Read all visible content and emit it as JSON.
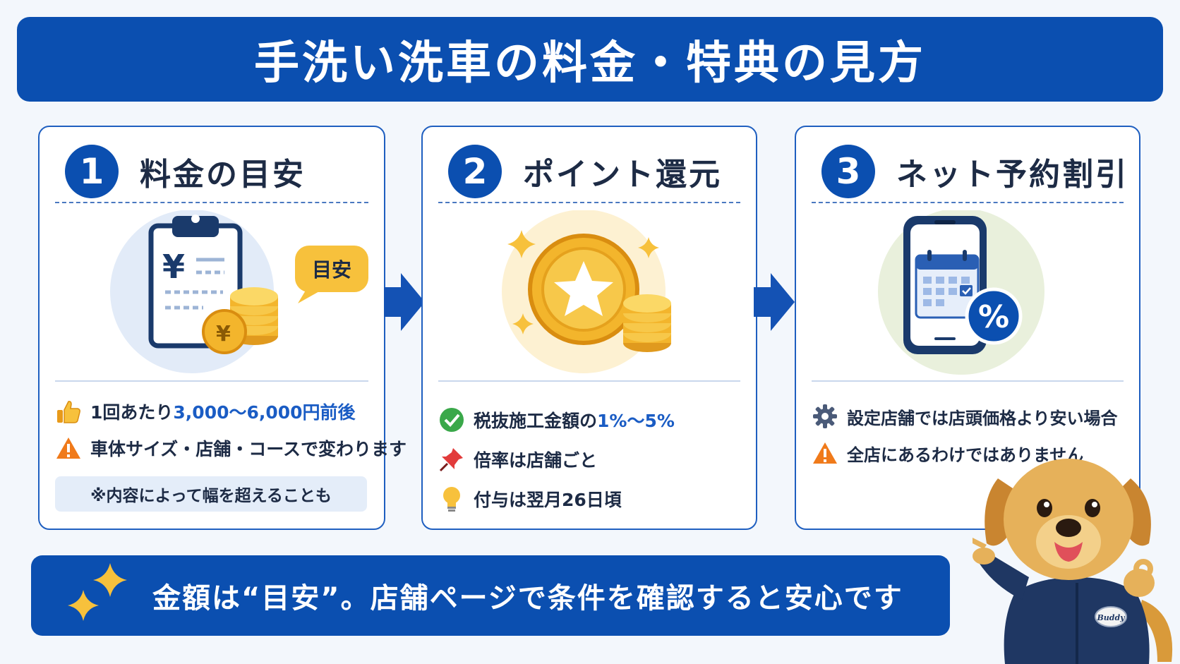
{
  "title": "手洗い洗車の料金・特典の見方",
  "cards": [
    {
      "number": "1",
      "title": "料金の目安",
      "badge": "目安",
      "icons": [
        "clipboard-icon",
        "yen-icon",
        "coin-stack-icon",
        "speech-bubble-icon"
      ],
      "rows": [
        {
          "icon": "thumbs-up-icon",
          "text": "1回あたり ",
          "highlight": "3,000〜6,000円前後"
        },
        {
          "icon": "warning-icon",
          "text": "車体サイズ・店舗・コースで変わります",
          "highlight": ""
        }
      ],
      "note": "※内容によって幅を超えることも"
    },
    {
      "number": "2",
      "title": "ポイント還元",
      "icons": [
        "star-coin-icon",
        "sparkle-icon",
        "coin-stack-icon"
      ],
      "rows": [
        {
          "icon": "check-circle-icon",
          "text": "税抜施工金額の ",
          "highlight": "1%〜5%"
        },
        {
          "icon": "pushpin-icon",
          "text": "倍率は店舗ごと",
          "highlight": ""
        },
        {
          "icon": "lightbulb-icon",
          "text": "付与は翌月26日頃",
          "highlight": ""
        }
      ]
    },
    {
      "number": "3",
      "title": "ネット予約割引",
      "percent": "%",
      "icons": [
        "smartphone-icon",
        "calendar-icon",
        "percent-badge-icon"
      ],
      "rows": [
        {
          "icon": "gear-icon",
          "text": "設定店舗では店頭価格より安い場合",
          "highlight": ""
        },
        {
          "icon": "warning-icon",
          "text": "全店にあるわけではありません",
          "highlight": ""
        }
      ]
    }
  ],
  "footer": "金額は“目安”。店舗ページで条件を確認すると安心です",
  "mascot": {
    "name_badge": "Buddy",
    "icon": "dog-mascot-icon"
  },
  "colors": {
    "brand": "#0b4fb0",
    "accent": "#1a5cc4",
    "gold": "#f3b52c",
    "warning": "#f07a1a",
    "success": "#3aa84a"
  }
}
